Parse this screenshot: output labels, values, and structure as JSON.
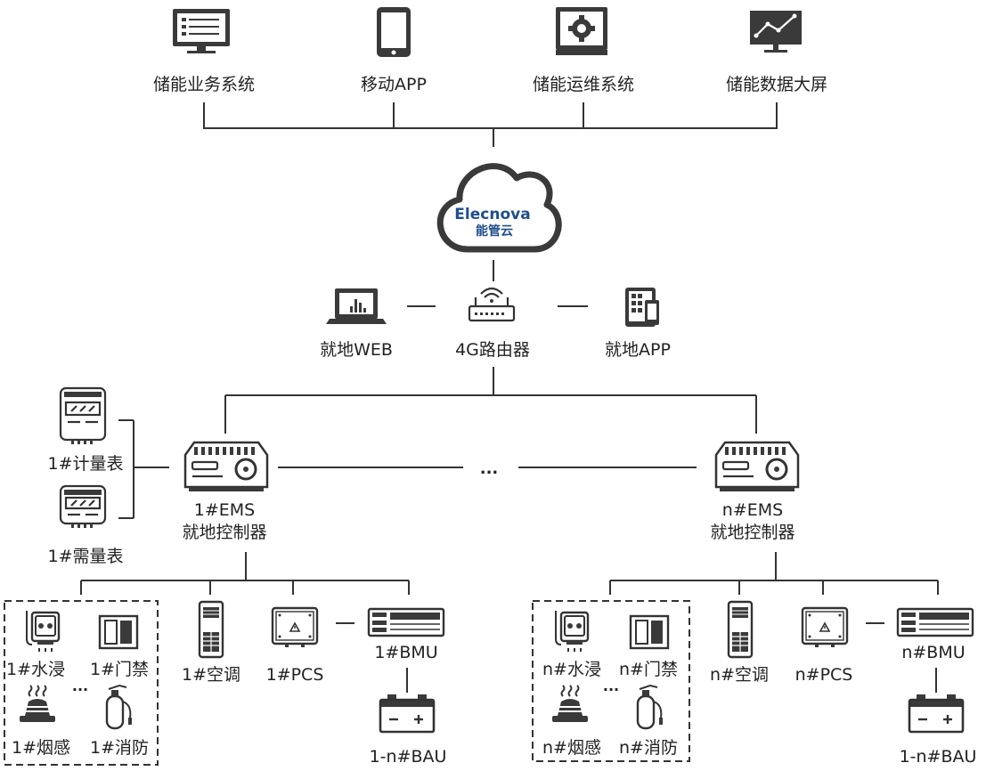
{
  "clients": [
    {
      "id": "biz",
      "label": "储能业务系统",
      "icon": "monitor-list-icon"
    },
    {
      "id": "app",
      "label": "移动APP",
      "icon": "tablet-icon"
    },
    {
      "id": "ops",
      "label": "储能运维系统",
      "icon": "gear-monitor-icon"
    },
    {
      "id": "screen",
      "label": "储能数据大屏",
      "icon": "chart-screen-icon"
    }
  ],
  "cloud": {
    "brand": "Elecnova",
    "label": "能管云",
    "brand_color": "#1f4e8c"
  },
  "local": {
    "web": "就地WEB",
    "router": "4G路由器",
    "app": "就地APP"
  },
  "meters": {
    "metering": "1#计量表",
    "demand": "1#需量表"
  },
  "ellipsis": "...",
  "controllers": [
    {
      "ems": "1#EMS",
      "ctrl": "就地控制器",
      "water": "1#水浸",
      "door": "1#门禁",
      "smoke": "1#烟感",
      "fire": "1#消防",
      "ac": "1#空调",
      "pcs": "1#PCS",
      "bmu": "1#BMU",
      "bau": "1-n#BAU"
    },
    {
      "ems": "n#EMS",
      "ctrl": "就地控制器",
      "water": "n#水浸",
      "door": "n#门禁",
      "smoke": "n#烟感",
      "fire": "n#消防",
      "ac": "n#空调",
      "pcs": "n#PCS",
      "bmu": "n#BMU",
      "bau": "1-n#BAU"
    }
  ]
}
